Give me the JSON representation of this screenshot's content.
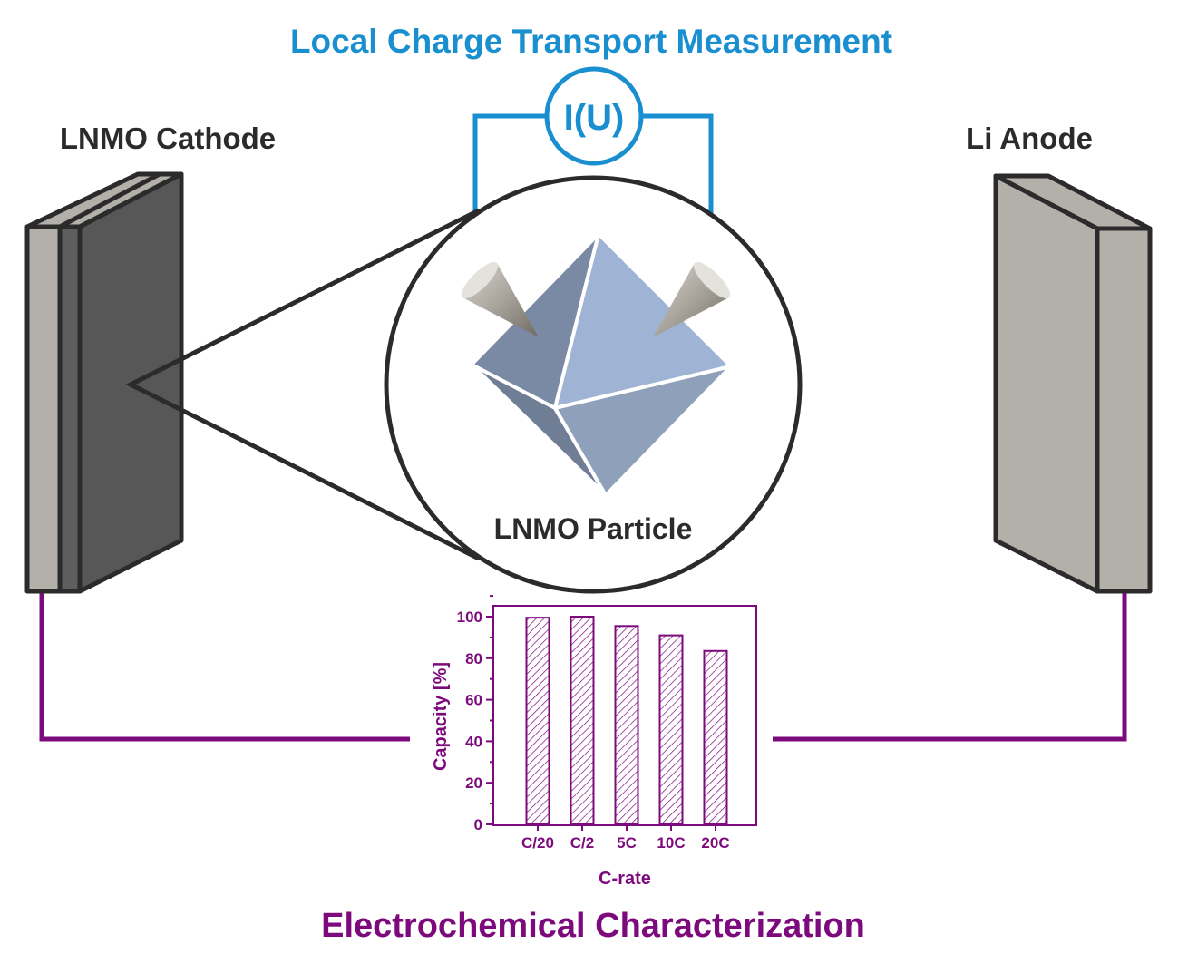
{
  "labels": {
    "top_title": "Local Charge Transport Measurement",
    "cathode": "LNMO Cathode",
    "anode": "Li Anode",
    "particle": "LNMO Particle",
    "meter": "I(U)",
    "bottom_title": "Electrochemical Characterization"
  },
  "colors": {
    "blue_circuit": "#1a8fd0",
    "purple_circuit": "#7d0a7d",
    "outline": "#2b2b2b"
  },
  "chart_data": {
    "type": "bar",
    "categories": [
      "C/20",
      "C/2",
      "5C",
      "10C",
      "20C"
    ],
    "values": [
      99.5,
      100,
      95.5,
      91,
      83.5
    ],
    "title": "",
    "xlabel": "C-rate",
    "ylabel": "Capacity [%]",
    "ylim": [
      0,
      110
    ],
    "yticks": [
      "0",
      "20",
      "40",
      "60",
      "80",
      "100"
    ],
    "pattern": "diagonal-hatch",
    "grid": false
  }
}
